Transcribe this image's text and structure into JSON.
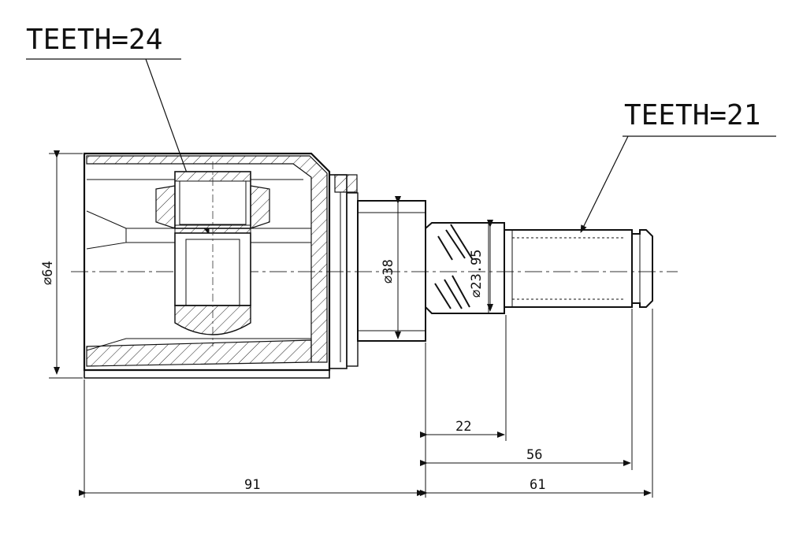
{
  "labels": {
    "teeth_left": "TEETH=24",
    "teeth_right": "TEETH=21"
  },
  "dimensions": {
    "housing_dia": "⌀64",
    "flange_dia": "⌀38",
    "spline_dia": "⌀23.95",
    "len_22": "22",
    "len_56": "56",
    "len_91": "91",
    "len_61": "61"
  },
  "colors": {
    "line": "#111111",
    "hatch": "#222222",
    "center": "#333333",
    "background": "#ffffff"
  }
}
